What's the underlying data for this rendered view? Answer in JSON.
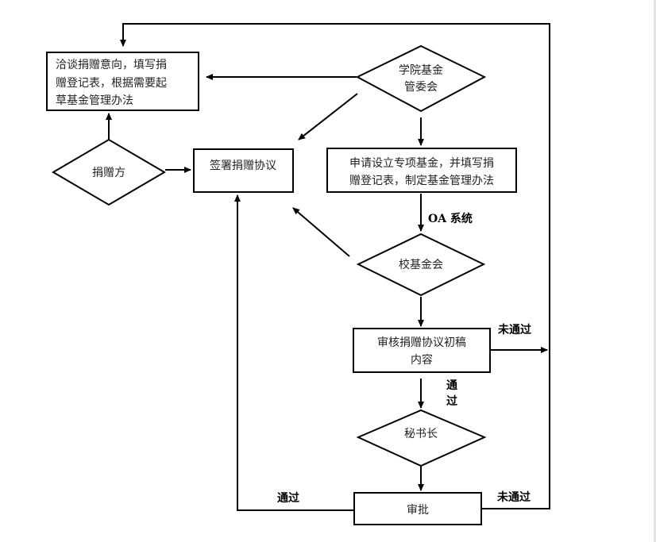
{
  "diagram": {
    "nodes": {
      "negotiate": {
        "shape": "rect",
        "lines": [
          "洽谈捐赠意向，填写捐",
          "赠登记表，根据需要起",
          "草基金管理办法"
        ]
      },
      "college_committee": {
        "shape": "diamond",
        "lines": [
          "学院基金",
          "管委会"
        ]
      },
      "donor": {
        "shape": "diamond",
        "lines": [
          "捐赠方"
        ]
      },
      "sign_agreement": {
        "shape": "rect",
        "lines": [
          "签署捐赠协议"
        ]
      },
      "apply_fund": {
        "shape": "rect",
        "lines": [
          "申请设立专项基金，并填写捐",
          "赠登记表，制定基金管理办法"
        ]
      },
      "school_foundation": {
        "shape": "diamond",
        "lines": [
          "校基金会"
        ]
      },
      "review_draft": {
        "shape": "rect",
        "lines": [
          "审核捐赠协议初稿",
          "内容"
        ]
      },
      "secretary_general": {
        "shape": "diamond",
        "lines": [
          "秘书长"
        ]
      },
      "approval": {
        "shape": "rect",
        "lines": [
          "审批"
        ]
      }
    },
    "edge_labels": {
      "oa_system": "OA 系统",
      "review_fail": "未通过",
      "review_pass_1": "通",
      "review_pass_2": "过",
      "approval_pass": "通过",
      "approval_fail": "未通过"
    },
    "edges": [
      {
        "from": "college_committee",
        "to": "negotiate"
      },
      {
        "from": "college_committee",
        "to": "sign_agreement"
      },
      {
        "from": "college_committee",
        "to": "apply_fund"
      },
      {
        "from": "donor",
        "to": "negotiate"
      },
      {
        "from": "donor",
        "to": "sign_agreement"
      },
      {
        "from": "apply_fund",
        "to": "school_foundation",
        "label": "OA 系统"
      },
      {
        "from": "school_foundation",
        "to": "sign_agreement"
      },
      {
        "from": "school_foundation",
        "to": "review_draft"
      },
      {
        "from": "review_draft",
        "to": "secretary_general",
        "label": "通过"
      },
      {
        "from": "review_draft",
        "to": "negotiate",
        "label": "未通过"
      },
      {
        "from": "secretary_general",
        "to": "approval"
      },
      {
        "from": "approval",
        "to": "sign_agreement",
        "label": "通过"
      },
      {
        "from": "approval",
        "to": "negotiate",
        "label": "未通过"
      }
    ]
  }
}
